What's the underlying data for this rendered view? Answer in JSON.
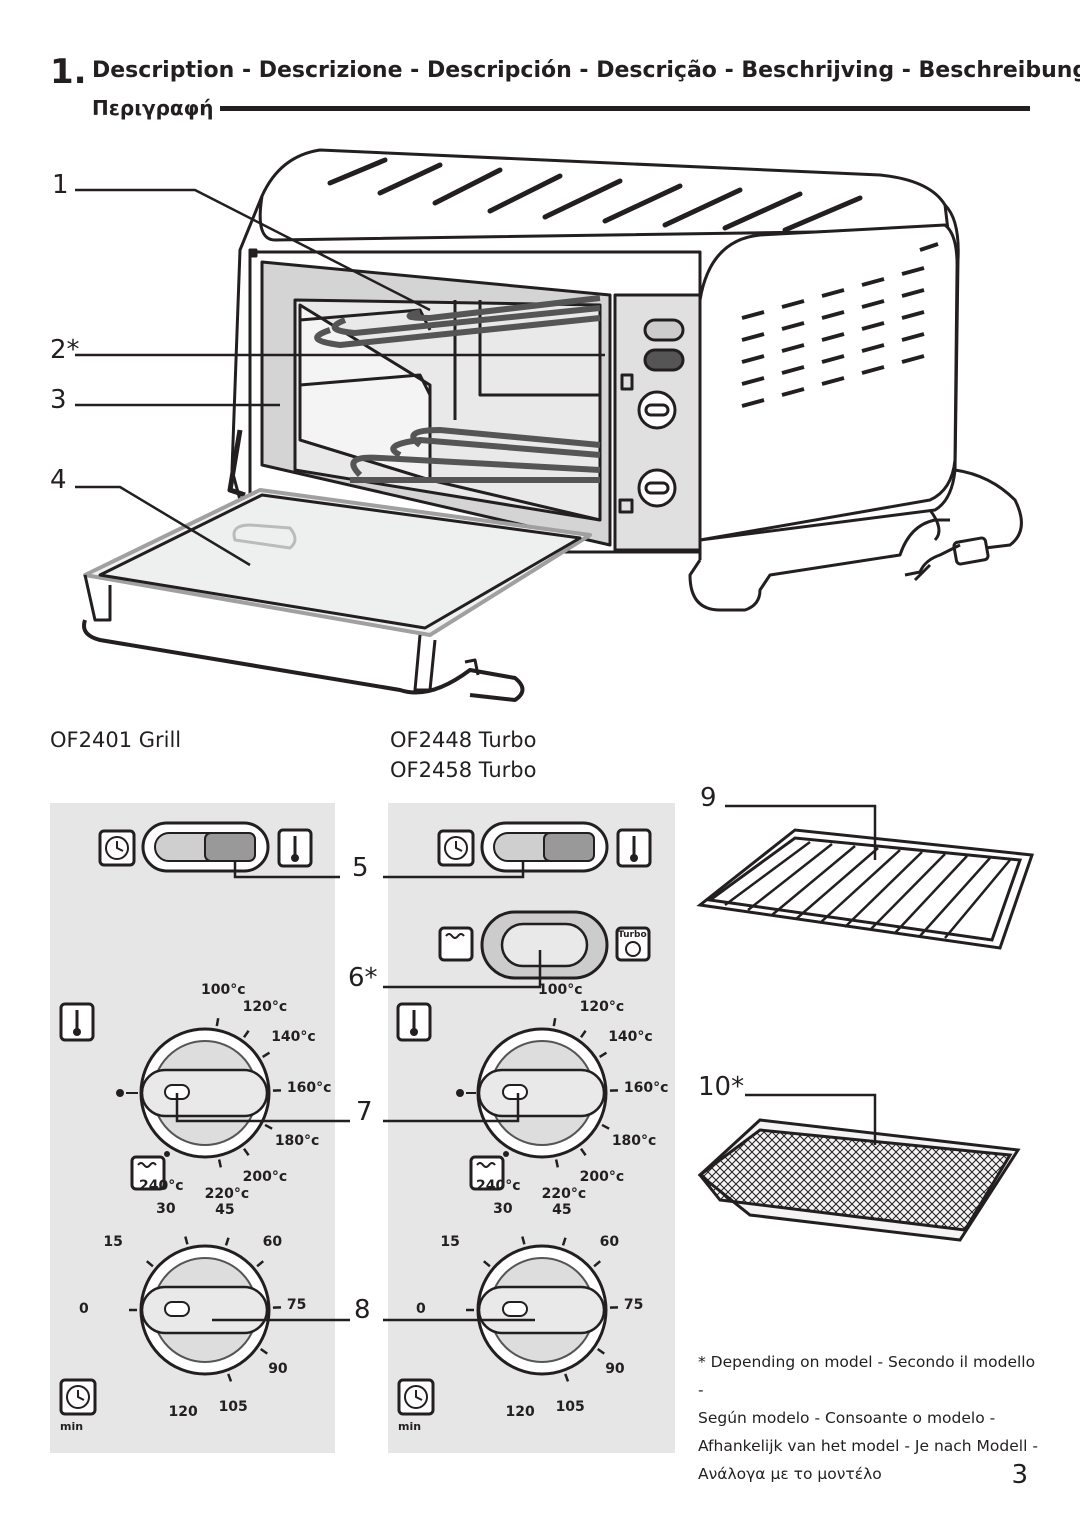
{
  "header": {
    "section_number": "1.",
    "title": "Description - Descrizione - Descripción - Descrição - Beschrijving - Beschreibung",
    "subtitle": "Περιγραφή"
  },
  "callouts": {
    "c1": "1",
    "c2": "2*",
    "c3": "3",
    "c4": "4",
    "c5": "5",
    "c6": "6*",
    "c7": "7",
    "c8": "8",
    "c9": "9",
    "c10": "10*"
  },
  "models": {
    "grill": "OF2401 Grill",
    "turbo1": "OF2448 Turbo",
    "turbo2": "OF2458 Turbo"
  },
  "thermostat_labels": [
    "100°c",
    "120°c",
    "140°c",
    "160°c",
    "180°c",
    "200°c",
    "220°c",
    "240°c"
  ],
  "timer_labels": [
    "0",
    "15",
    "30",
    "45",
    "60",
    "75",
    "90",
    "105",
    "120"
  ],
  "icons": {
    "turbo_label": "Turbo",
    "timer_unit": "min"
  },
  "footnote": {
    "line1": "* Depending on model - Secondo il modello -",
    "line2": "Según modelo - Consoante o modelo -",
    "line3": "Afhankelijk van het model - Je nach Modell -",
    "line4": "Ανάλογα  με το μοντέλο"
  },
  "page_number": "3",
  "colors": {
    "panel_bg": "#e6e6e7",
    "ink": "#231f20",
    "glass": "#eef0f0",
    "oven_interior": "#d4d4d4"
  }
}
